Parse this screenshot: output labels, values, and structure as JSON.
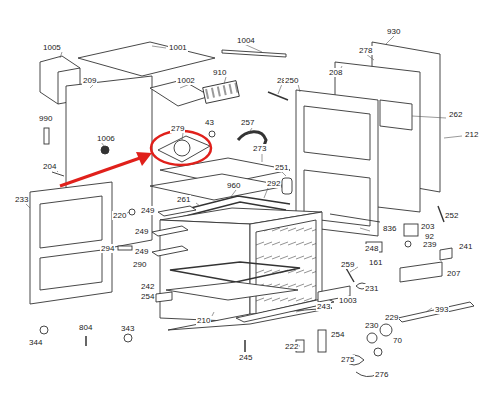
{
  "diagram": {
    "labels": [
      "1005",
      "1001",
      "1004",
      "930",
      "278",
      "209",
      "1002",
      "910",
      "283",
      "250",
      "208",
      "262",
      "212",
      "990",
      "1006",
      "279",
      "43",
      "257",
      "273",
      "204",
      "251",
      "960",
      "292",
      "261",
      "233",
      "220",
      "249",
      "249",
      "249",
      "836",
      "252",
      "203",
      "92",
      "239",
      "241",
      "294",
      "290",
      "248",
      "161",
      "207",
      "259",
      "242",
      "254",
      "231",
      "1003",
      "393",
      "210",
      "243",
      "229",
      "230",
      "254",
      "222",
      "70",
      "344",
      "804",
      "343",
      "275",
      "245",
      "276"
    ]
  }
}
